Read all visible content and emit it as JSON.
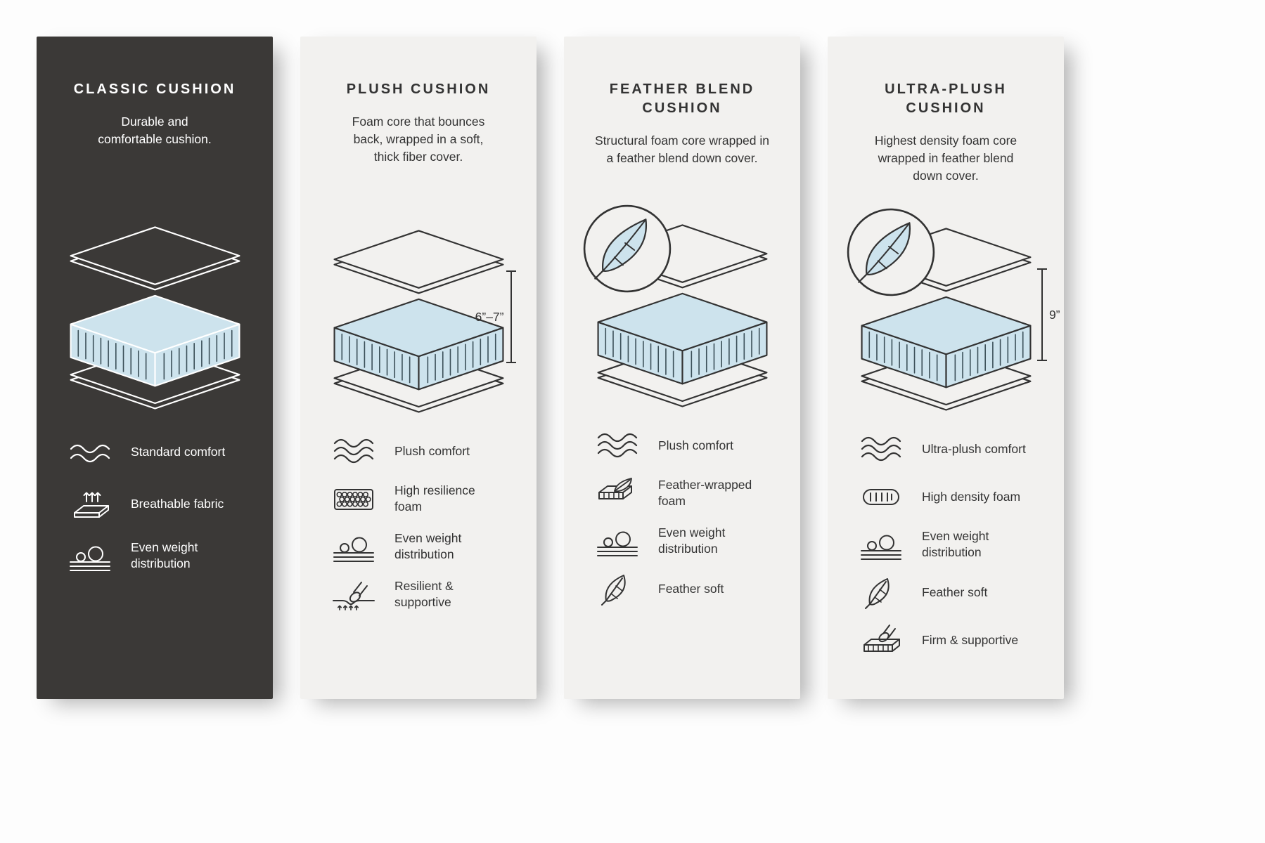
{
  "cards": [
    {
      "id": "classic-cushion",
      "theme": "dark",
      "title": "CLASSIC CUSHION",
      "description": "Durable and\ncomfortable cushion.",
      "features": [
        {
          "icon": "waves-icon",
          "label": "Standard comfort"
        },
        {
          "icon": "breathable-fabric-icon",
          "label": "Breathable fabric"
        },
        {
          "icon": "even-weight-icon",
          "label": "Even weight\ndistribution"
        }
      ]
    },
    {
      "id": "plush-cushion",
      "theme": "light",
      "title": "PLUSH CUSHION",
      "description": "Foam core that bounces\nback, wrapped in a soft,\nthick fiber cover.",
      "dimension": "6”–7”",
      "features": [
        {
          "icon": "waves-icon",
          "label": "Plush comfort"
        },
        {
          "icon": "high-resilience-foam-icon",
          "label": "High resilience\nfoam"
        },
        {
          "icon": "even-weight-icon",
          "label": "Even weight\ndistribution"
        },
        {
          "icon": "resilient-supportive-icon",
          "label": "Resilient &\nsupportive"
        }
      ]
    },
    {
      "id": "feather-blend-cushion",
      "theme": "light",
      "title": "FEATHER BLEND\nCUSHION",
      "description": "Structural foam core wrapped in\na feather blend down cover.",
      "features": [
        {
          "icon": "waves-icon",
          "label": "Plush comfort"
        },
        {
          "icon": "feather-wrapped-foam-icon",
          "label": "Feather-wrapped\nfoam"
        },
        {
          "icon": "even-weight-icon",
          "label": "Even weight\ndistribution"
        },
        {
          "icon": "feather-icon",
          "label": "Feather soft"
        }
      ]
    },
    {
      "id": "ultra-plush-cushion",
      "theme": "light",
      "title": "ULTRA-PLUSH\nCUSHION",
      "description": "Highest density foam core\nwrapped in feather blend\ndown cover.",
      "dimension": "9”",
      "features": [
        {
          "icon": "waves-icon",
          "label": "Ultra-plush comfort"
        },
        {
          "icon": "high-density-foam-icon",
          "label": "High density foam"
        },
        {
          "icon": "even-weight-icon",
          "label": "Even weight\ndistribution"
        },
        {
          "icon": "feather-icon",
          "label": "Feather soft"
        },
        {
          "icon": "firm-supportive-icon",
          "label": "Firm & supportive"
        }
      ]
    }
  ],
  "colors": {
    "dark_card_bg": "#3b3937",
    "light_card_bg": "#f2f1ef",
    "cushion_fill": "#cde3ed",
    "page_bg": "#fdfdfd"
  }
}
